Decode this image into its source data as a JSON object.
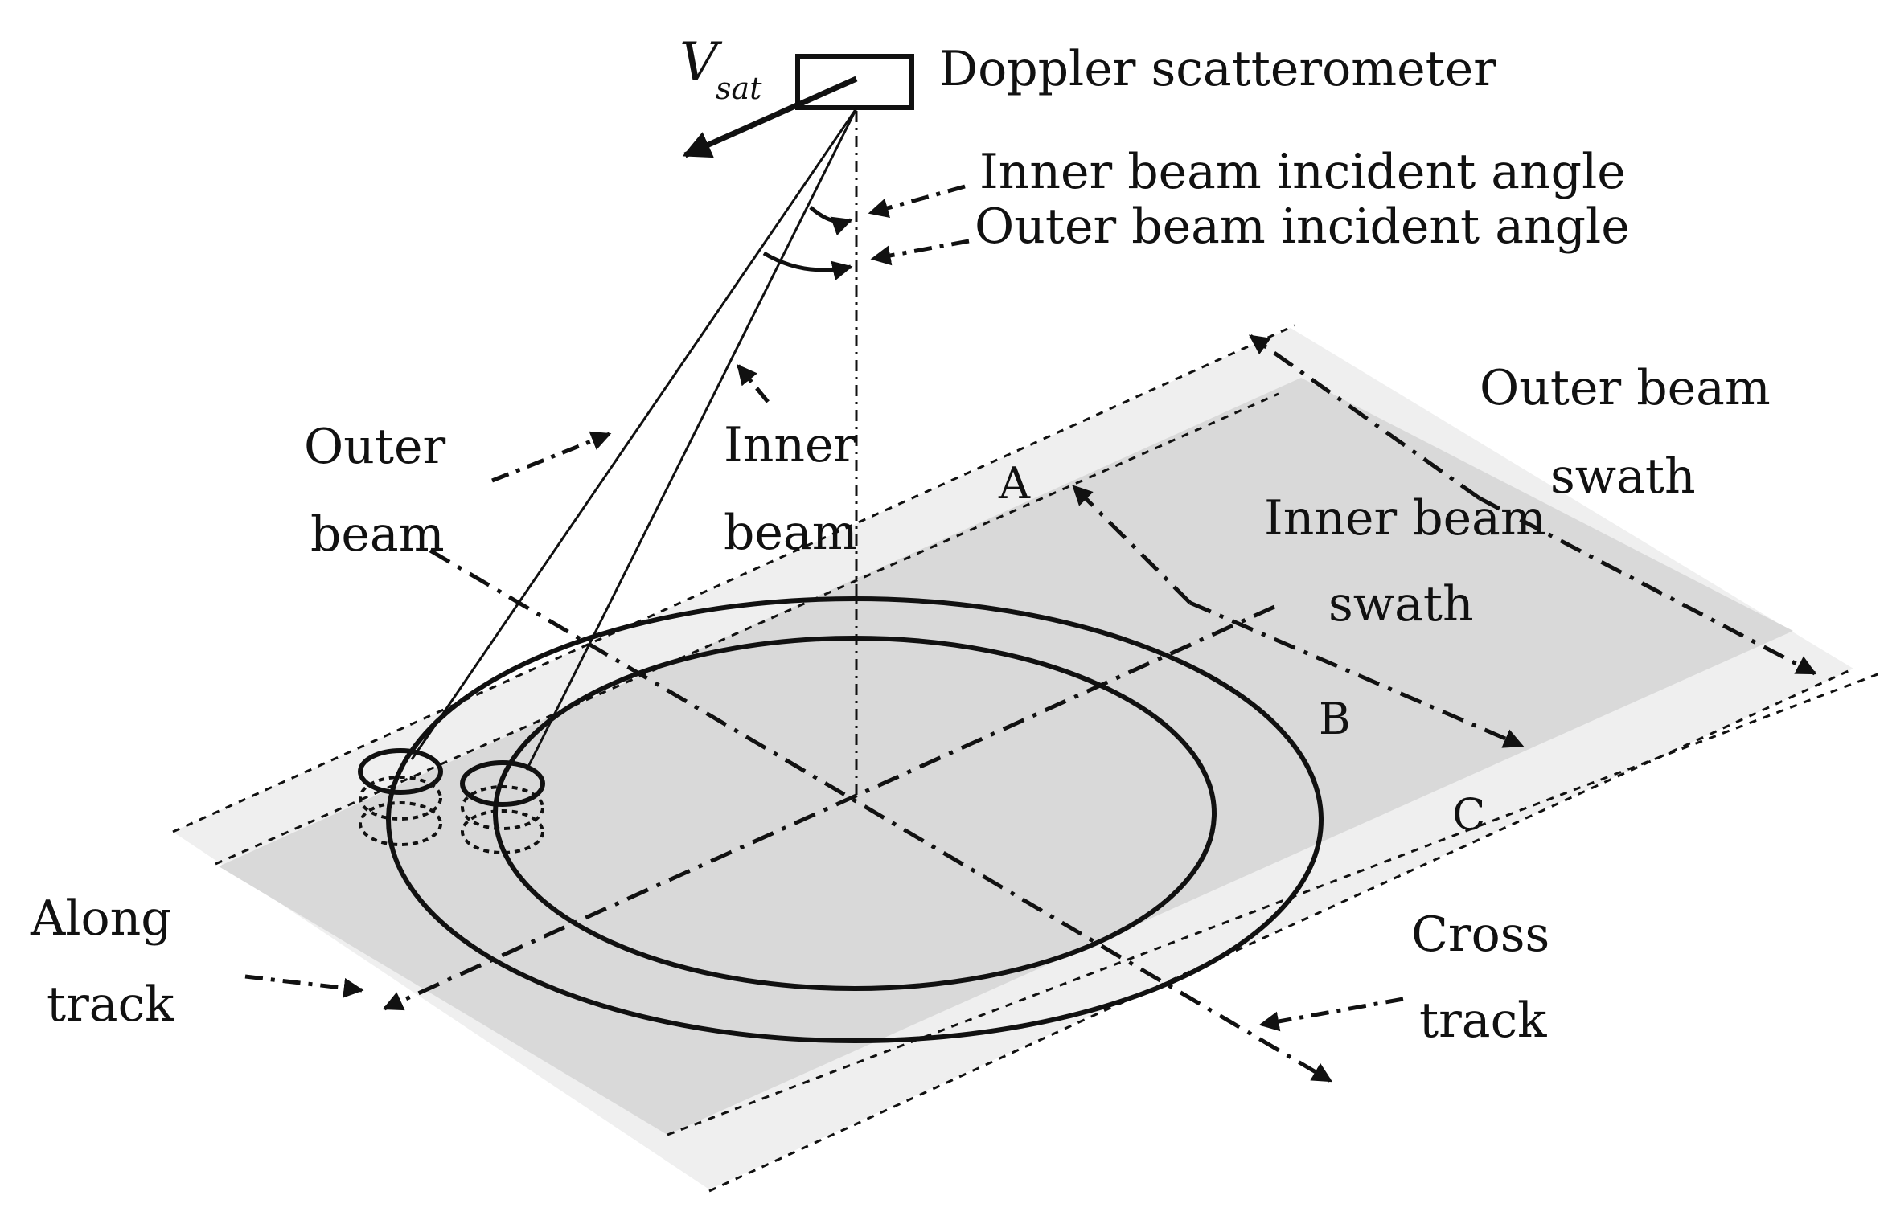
{
  "labels": {
    "sensor": "Doppler scatterometer",
    "velocity_main": "V",
    "velocity_sub": "sat",
    "inner_angle": "Inner beam incident angle",
    "outer_angle": "Outer beam incident angle",
    "outer_beam_line1": "Outer",
    "outer_beam_line2": "beam",
    "inner_beam_line1": "Inner",
    "inner_beam_line2": "beam",
    "outer_swath_line1": "Outer beam",
    "outer_swath_line2": "swath",
    "inner_swath_line1": "Inner beam",
    "inner_swath_line2": "swath",
    "point_a": "A",
    "point_b": "B",
    "point_c": "C",
    "along_line1": "Along",
    "along_line2": "track",
    "cross_line1": "Cross",
    "cross_line2": "track"
  },
  "colors": {
    "outer_swath_fill": "#efefef",
    "inner_swath_fill": "#d9d9d9",
    "ink": "#111111"
  }
}
